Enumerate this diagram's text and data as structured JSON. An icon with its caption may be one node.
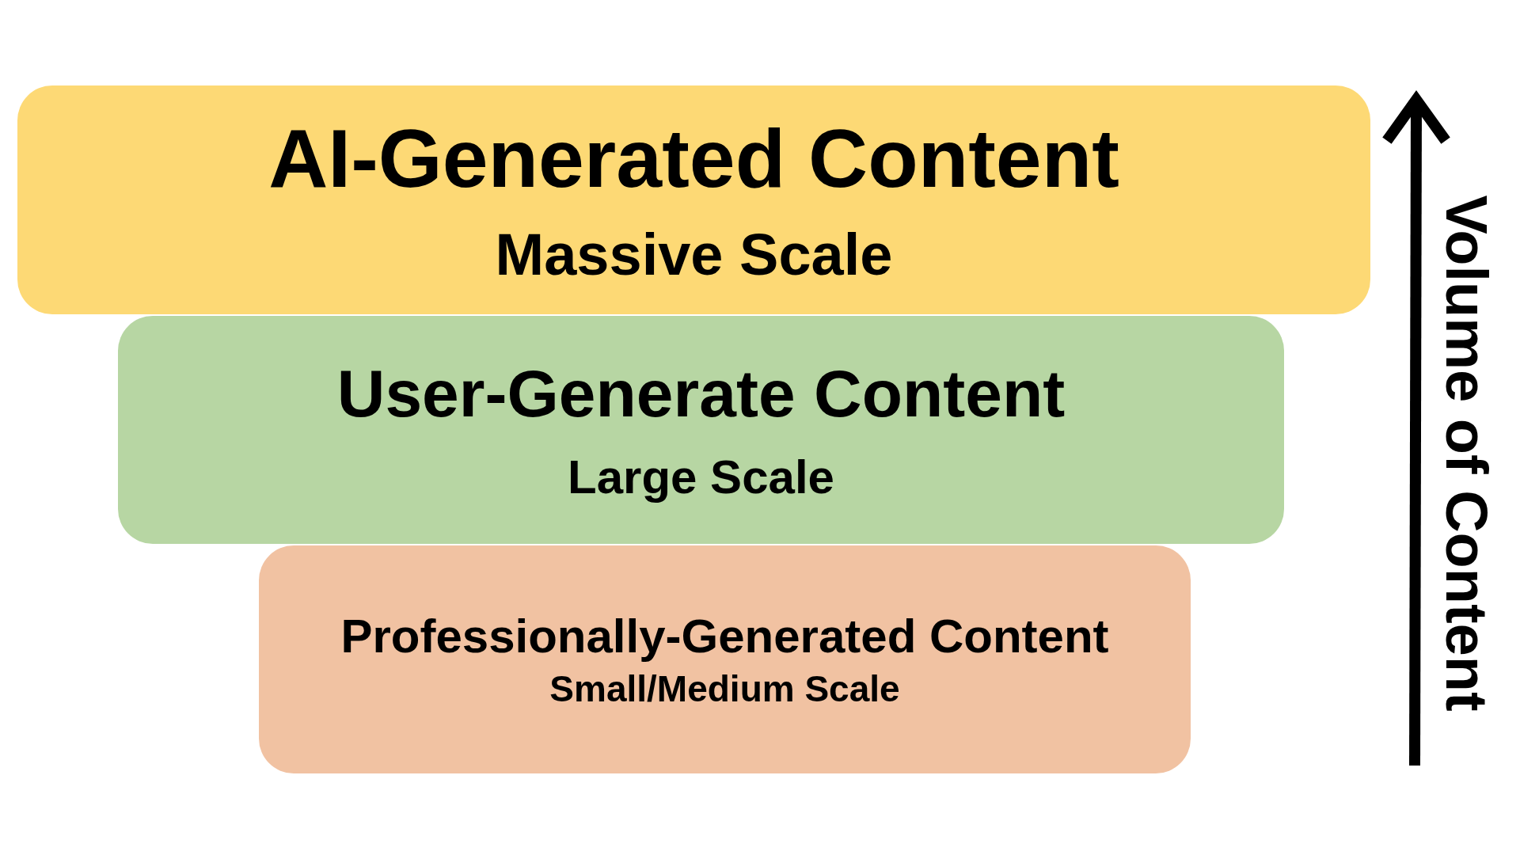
{
  "diagram": {
    "nodes": [
      {
        "text": [
          "AI-Generated Content",
          "Massive Scale"
        ]
      },
      {
        "text": [
          "User-Generate Content",
          "Large Scale"
        ]
      },
      {
        "text": [
          "Professionally-Generated Content",
          "Small/Medium Scale"
        ]
      }
    ],
    "labels": [
      "Volume of Content"
    ]
  }
}
